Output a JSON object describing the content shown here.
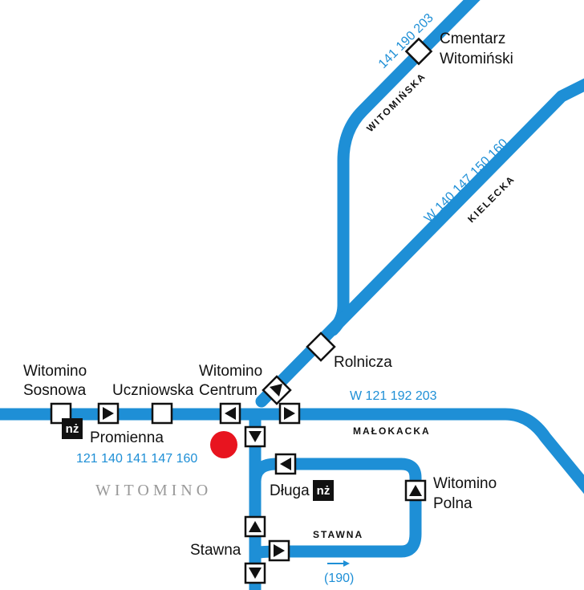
{
  "stops": {
    "cmentarz": {
      "line1": "Cmentarz",
      "line2": "Witomiński"
    },
    "rolnicza": "Rolnicza",
    "witomino_centrum": {
      "line1": "Witomino",
      "line2": "Centrum"
    },
    "witomino_sosnowa": {
      "line1": "Witomino",
      "line2": "Sosnowa"
    },
    "uczniowska": "Uczniowska",
    "promienna": "Promienna",
    "dluga": "Długa",
    "witomino_polna": {
      "line1": "Witomino",
      "line2": "Polna"
    },
    "stawna": "Stawna"
  },
  "lines": {
    "witominska": "141 190 203",
    "kielecka": "W 140 147 150 160",
    "malokacka": "W 121 192 203",
    "promienna": "121 140 141 147 160",
    "stawna_exit": "(190)"
  },
  "streets": {
    "witominska": "WITOMIŃSKA",
    "kielecka": "KIELECKA",
    "malokacka": "MAŁOKACKA",
    "stawna": "STAWNA"
  },
  "district": "WITOMINO",
  "on_demand_badge": "nż",
  "colors": {
    "route": "#1e8fd6",
    "marker": "#e8141f",
    "text": "#111111",
    "district": "#999999"
  }
}
